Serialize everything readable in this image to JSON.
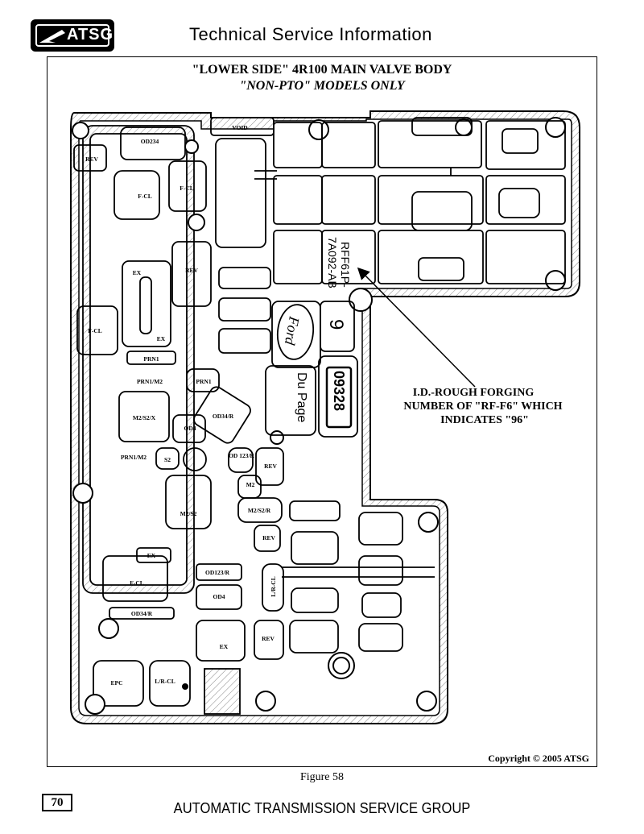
{
  "header": {
    "logo_text": "ATSG",
    "title": "Technical Service Information"
  },
  "figure": {
    "title_line1": "\"LOWER SIDE\" 4R100 MAIN VALVE BODY",
    "title_line2": "\"NON-PTO\" MODELS ONLY",
    "caption": "Figure 58",
    "copyright": "Copyright © 2005 ATSG"
  },
  "casting_marks": {
    "part_number_line1": "RFF61P-",
    "part_number_line2": "7A092-AB",
    "logo_text": "Ford",
    "digit": "9",
    "vendor_text": "Du Page",
    "serial_number": "09328"
  },
  "callout": {
    "line1": "I.D.-ROUGH FORGING",
    "line2": "NUMBER OF \"RF-F6\" WHICH",
    "line3": "INDICATES \"96\""
  },
  "passage_labels": {
    "void": "VOID",
    "od234": "OD234",
    "rev_top": "REV",
    "fcl_1": "F-CL",
    "fcl_2": "F-CL",
    "rev_2": "REV",
    "ex_1": "EX",
    "fcl_left": "F-CL",
    "ex_2": "EX",
    "prn1_1": "PRN1",
    "prn1m2_1": "PRN1/M2",
    "prn1_2": "PRN1",
    "m2s2x": "M2/S2/X",
    "od34r_1": "OD34/R",
    "od4_1": "OD4",
    "prn1m2_2": "PRN1/M2",
    "s2": "S2",
    "od123r_1": "OD 123/R",
    "rev_3": "REV",
    "m2": "M2",
    "m2s2_1": "M2/S2",
    "m2s2r": "M2/S2/R",
    "rev_4": "REV",
    "ex_3": "EX",
    "od123r_2": "OD123/R",
    "fcl_bottom": "F-CL",
    "od4_2": "OD4",
    "lrcl_1": "L/R-CL",
    "od34r_2": "OD34/R",
    "rev_5": "REV",
    "ex_4": "EX",
    "epc": "EPC",
    "lrcl_2": "L/R-CL"
  },
  "footer": {
    "page_number": "70",
    "text": "AUTOMATIC TRANSMISSION SERVICE GROUP"
  }
}
